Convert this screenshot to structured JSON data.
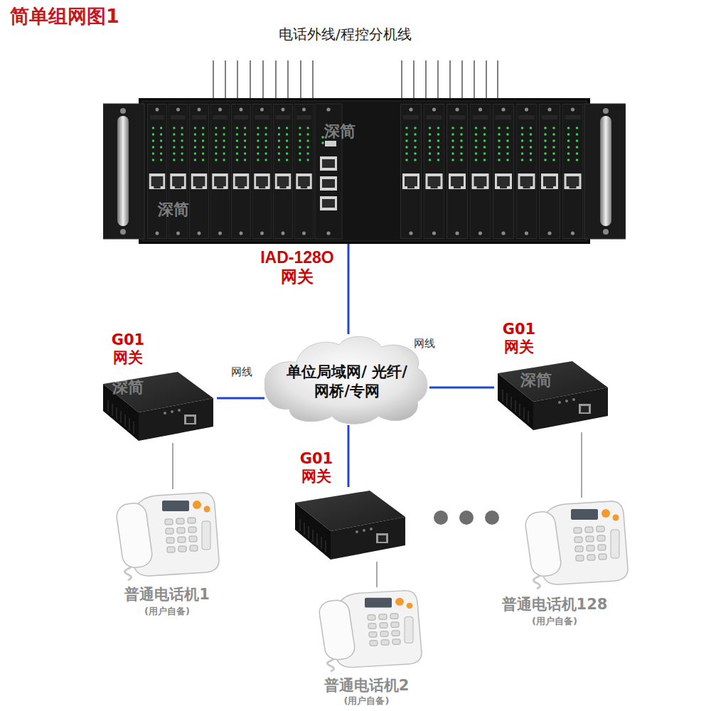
{
  "diagram": {
    "title": "简单组网图1",
    "nodes": [
      {
        "text": [
          "IAD-128O 网关"
        ]
      },
      {
        "text": [
          "G01 网关"
        ]
      },
      {
        "text": [
          "单位局域网/ 光纤/网桥/专网"
        ]
      },
      {
        "text": [
          "G01 网关"
        ]
      },
      {
        "text": [
          "G01 网关"
        ]
      },
      {
        "text": [
          "普通电话机1",
          "(用户自备)"
        ]
      },
      {
        "text": [
          "普通电话机2",
          "(用户自备)"
        ]
      },
      {
        "text": [
          "普通电话机128",
          "(用户自备)"
        ]
      }
    ],
    "edges": [
      {
        "from": 0,
        "to": 2,
        "arrow": "none"
      },
      {
        "from": 1,
        "to": 2,
        "label": "网线",
        "arrow": "none"
      },
      {
        "from": 2,
        "to": 3,
        "label": "网线",
        "arrow": "none"
      },
      {
        "from": 2,
        "to": 4,
        "arrow": "none"
      },
      {
        "from": 1,
        "to": 5,
        "arrow": "none"
      },
      {
        "from": 4,
        "to": 6,
        "arrow": "none"
      },
      {
        "from": 3,
        "to": 7,
        "arrow": "none"
      }
    ],
    "labels": [
      "电话外线/程控分机线",
      "深简",
      "深简",
      "深简",
      "深简"
    ]
  }
}
